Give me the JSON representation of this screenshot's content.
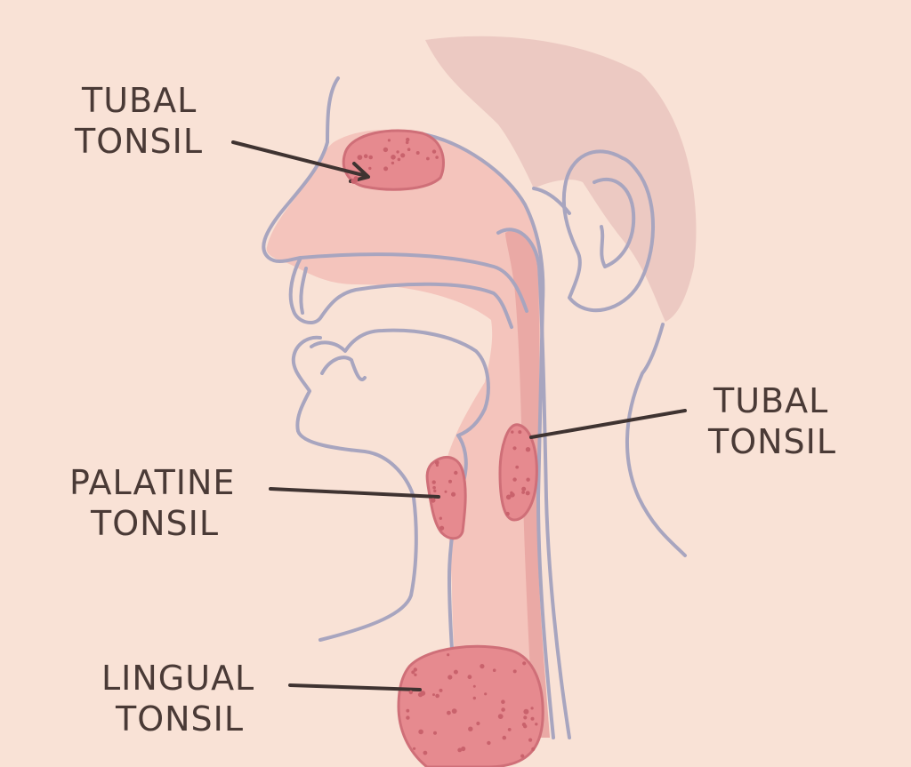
{
  "colors": {
    "background": "#f9e2d6",
    "outline": "#a8a5bf",
    "airway": "#f4c4bc",
    "airway_dark": "#eaa9a5",
    "tonsil": "#e68a8f",
    "tonsil_stroke": "#cf6f78",
    "tonsil_dots": "#c9626c",
    "head_shade": "#ecc9c2",
    "text": "#4a3a36",
    "pointer": "#3f3331"
  },
  "labels": {
    "tubal_top": {
      "line1": "TUBAL",
      "line2": "TONSIL"
    },
    "tubal_right": {
      "line1": "TUBAL",
      "line2": "TONSIL"
    },
    "palatine": {
      "line1": "PALATINE",
      "line2": "TONSIL"
    },
    "lingual": {
      "line1": "LINGUAL",
      "line2": "TONSIL"
    }
  }
}
